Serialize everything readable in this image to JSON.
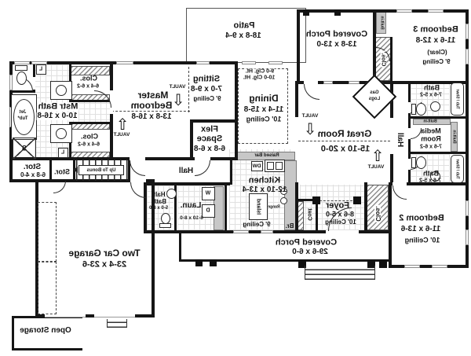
{
  "colors": {
    "wall": "#161616",
    "hatch": "#8f8f8f",
    "counter": "#c7c7c7",
    "background": "#ffffff"
  },
  "icons": {
    "vault_up_arrow": "⇧",
    "vault_down_arrow": "⇩"
  },
  "annotations": {
    "vault": "VAULT"
  },
  "rooms": {
    "patio": {
      "name": "Patio",
      "dims": "18-8 x 9-4"
    },
    "covered_porch_top": {
      "name": "Covered Porch",
      "dims": "13-8 x 13-0"
    },
    "bedroom3": {
      "name": "Bedroom 3",
      "dims": "11-6 x 12-8",
      "note": "(Clear)",
      "ceiling": "9' Ceiling",
      "closet": "Clos.'",
      "built_in": "Built-in"
    },
    "bath_top": {
      "name": "Bath",
      "dims": "7-6 x 5-2",
      "tub": "Tub / Shwr"
    },
    "media_room": {
      "name_line1": "Media",
      "name_line2": "Room",
      "dims": "7-6 x 6-2",
      "built_in_top": "Built-in",
      "built_in_side": "Built-in"
    },
    "bath_bottom": {
      "name": "Bath",
      "dims": "7-6 x 5-2",
      "tub": "Tub / Shwr"
    },
    "hall_right": {
      "name": "Hall"
    },
    "great_room": {
      "name": "Great Room",
      "dims": "15-10 x 20-0"
    },
    "fireplace": {
      "line1": "Gas",
      "line2": "Logs"
    },
    "dining": {
      "name": "Dining",
      "dims": "11-4 x 15-8",
      "ceiling": "10' Ceiling",
      "clg_note1": "9-0 Clg. Ht.",
      "clg_note2": "10-0 Clg. Ht."
    },
    "sitting": {
      "name": "Sitting",
      "dims": "7-0 x 9-8",
      "ceiling": "9' Ceiling"
    },
    "master_bedroom": {
      "name_line1": "Master",
      "name_line2": "Bedroom",
      "dims": "13-8 x 16-8"
    },
    "mstr_bath": {
      "name": "Mstr Bath",
      "dims": "10-0 x 16-8",
      "jet_tub_line1": "Jet",
      "jet_tub_line2": "Tub*",
      "shower": "S",
      "linen": "L"
    },
    "closet_top": {
      "name": "Clos.",
      "dims": "6-4 x 6-2"
    },
    "closet_bottom": {
      "name": "Clos.",
      "dims": "6-4 x 6-2"
    },
    "flex_space": {
      "name_line1": "Flex",
      "name_line2": "Space",
      "dims": "6-8 x 6-8"
    },
    "hall_center": {
      "name": "Hall"
    },
    "storage1": {
      "name": "Stor.",
      "dims": "6-8 x 4-0"
    },
    "storage2": {
      "name": "Stor."
    },
    "stairs": {
      "label": "Up To Bonus"
    },
    "half_bath": {
      "name_line1": "Half",
      "name_line2": "Bath",
      "dims": "5-0 x 8-0"
    },
    "laundry": {
      "name": "Laun.",
      "dims": "6-10 x 8-0",
      "washer": "W",
      "dryer": "D"
    },
    "kitchen": {
      "name": "Kitchen",
      "dims": "12-10 x 13-4",
      "ceiling": "9' Ceiling",
      "island": "Island",
      "range": "Range",
      "raised_bar": "Raised Bar",
      "dishwasher": "DW",
      "broom": "Br."
    },
    "foyer": {
      "name": "Foyer",
      "dims": "8-6 x 5-0",
      "ceiling": "10' Ceiling",
      "coat": "Coat"
    },
    "bedroom2": {
      "name": "Bedroom 2",
      "dims": "11-6 x 13-6",
      "ceiling": "10' Ceiling",
      "closet": "Clos."
    },
    "covered_porch_bottom": {
      "name": "Covered Porch",
      "dims": "29-6 x 6-0"
    },
    "garage": {
      "name": "Two Car Garage",
      "dims": "23-4 x 23-6"
    },
    "open_storage": {
      "name": "Open Storage"
    }
  }
}
